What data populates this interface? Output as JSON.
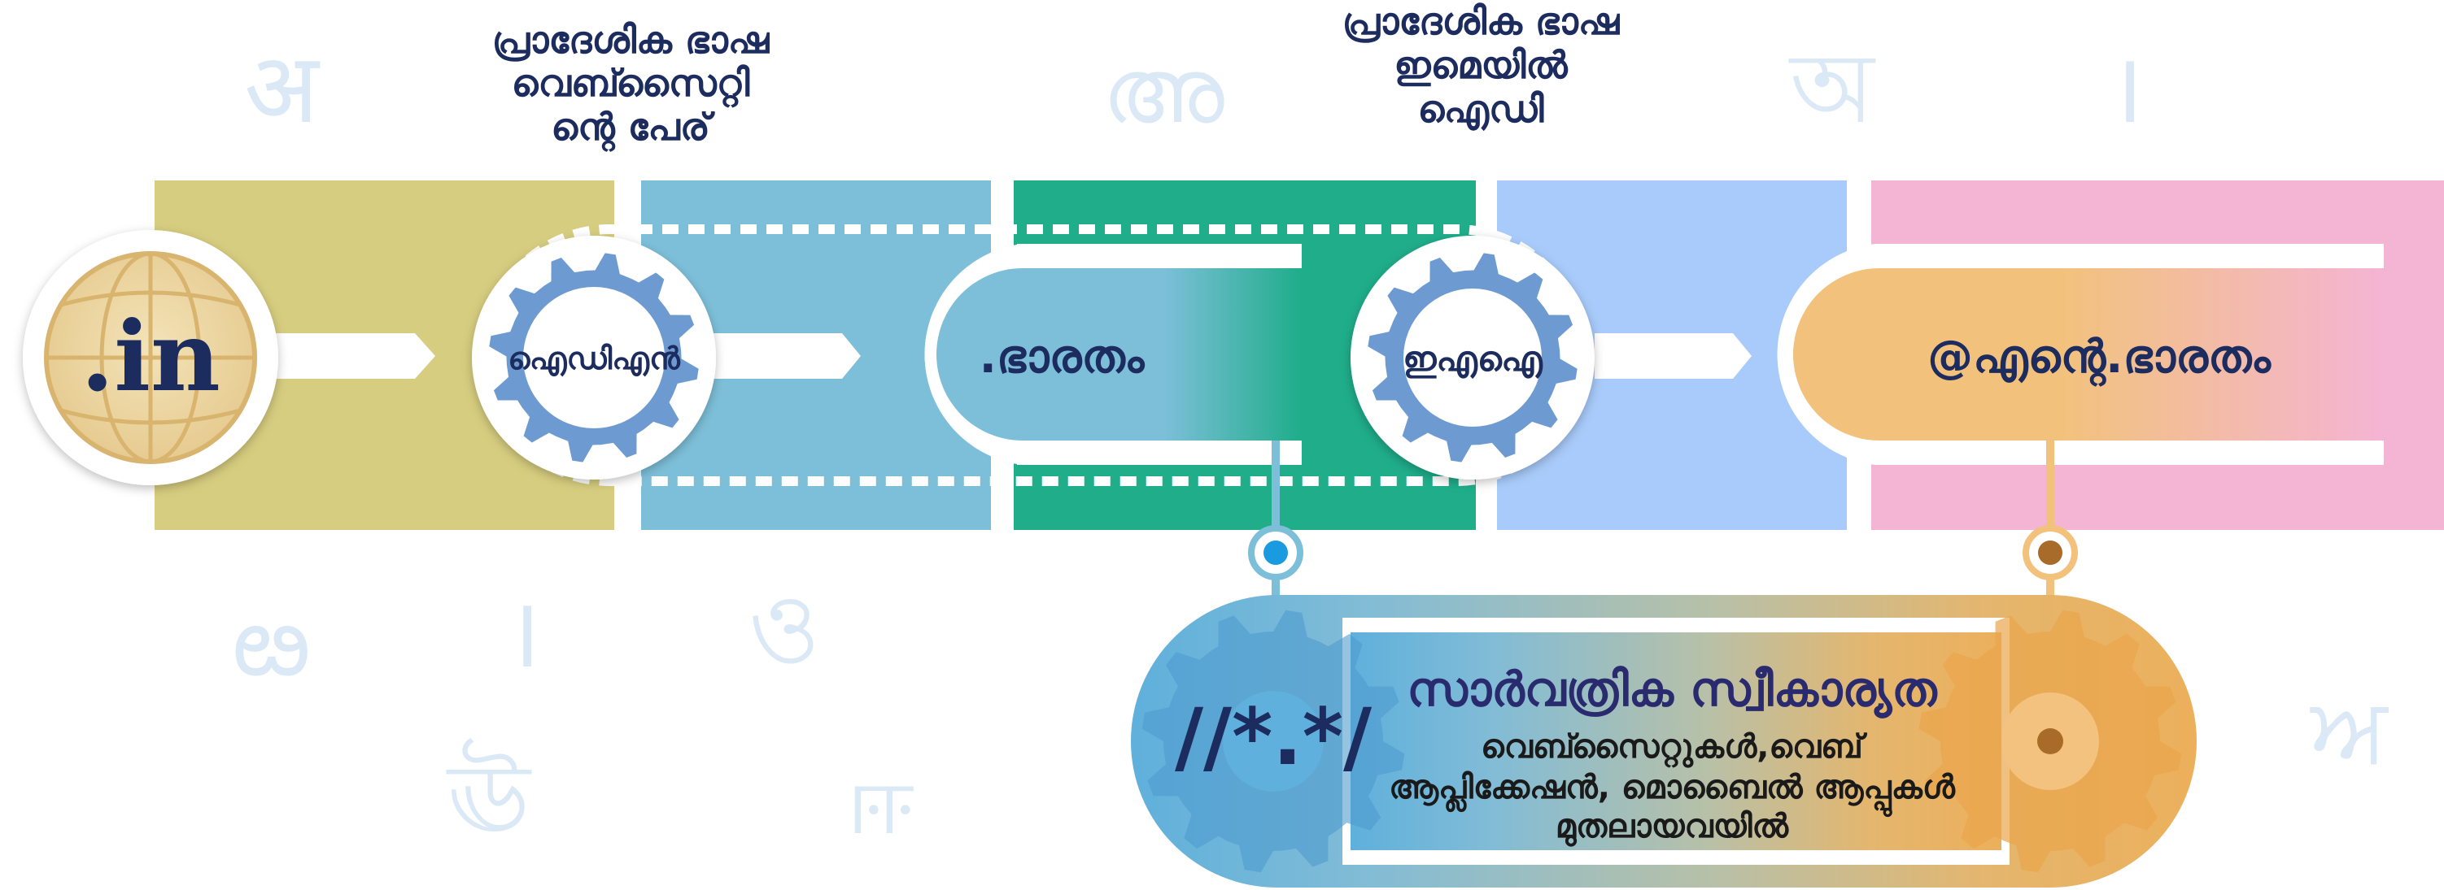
{
  "background_glyphs": [
    "अ",
    "অ",
    "।",
    "ఴ",
    "।",
    "ও",
    "ঊ",
    "ஈ",
    "ਅ"
  ],
  "header_labels": {
    "left": [
      "പ്രാദേശിക ഭാഷ",
      "വെബ്സൈറ്റി",
      "ന്റെ പേര്"
    ],
    "middle": [
      "പ്രാദേശിക ഭാഷ",
      "ഇമെയിൽ",
      "ഐഡി"
    ]
  },
  "globe": {
    "text": ".in"
  },
  "gears": {
    "idn": "ഐഡിഎൻ",
    "eai": "ഇഎഐ"
  },
  "pills": {
    "domain": ".ഭാരതം",
    "email": "@എന്റെ.ഭാരതം"
  },
  "ua": {
    "title": "സാർവത്രിക സ്വീകാര്യത",
    "lines": [
      "വെബ്സൈറ്റുകൾ,വെബ്",
      "ആപ്ലിക്കേഷൻ, മൊബൈൽ ആപ്പുകൾ",
      "മുതലായവയിൽ"
    ],
    "symbol": "//*.*/"
  },
  "colors": {
    "olive": "#d7cd80",
    "light_blue": "#7dbfd9",
    "green": "#1fad8a",
    "periwinkle": "#a8cbfb",
    "pink": "#f4b4d4",
    "gear_blue": "#6d9ad0",
    "orange": "#f2c27c",
    "navy": "#1d2c5e",
    "ua_blue": "#5fb0dc",
    "ua_orange": "#ecb05c",
    "accent_orange": "#f28c1e"
  }
}
